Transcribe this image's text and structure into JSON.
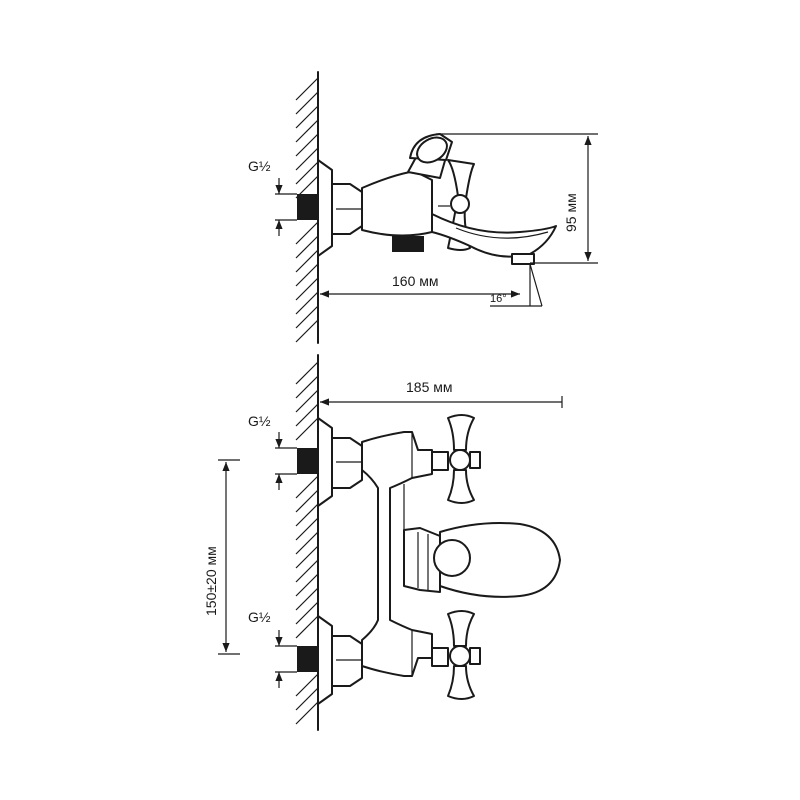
{
  "side_view": {
    "thread_label": "G½",
    "width_dim": "160 мм",
    "height_dim": "95 мм",
    "angle_label": "16°"
  },
  "front_view": {
    "thread_label_top": "G½",
    "thread_label_bottom": "G½",
    "width_dim": "185 мм",
    "spacing_dim": "150±20 мм"
  }
}
